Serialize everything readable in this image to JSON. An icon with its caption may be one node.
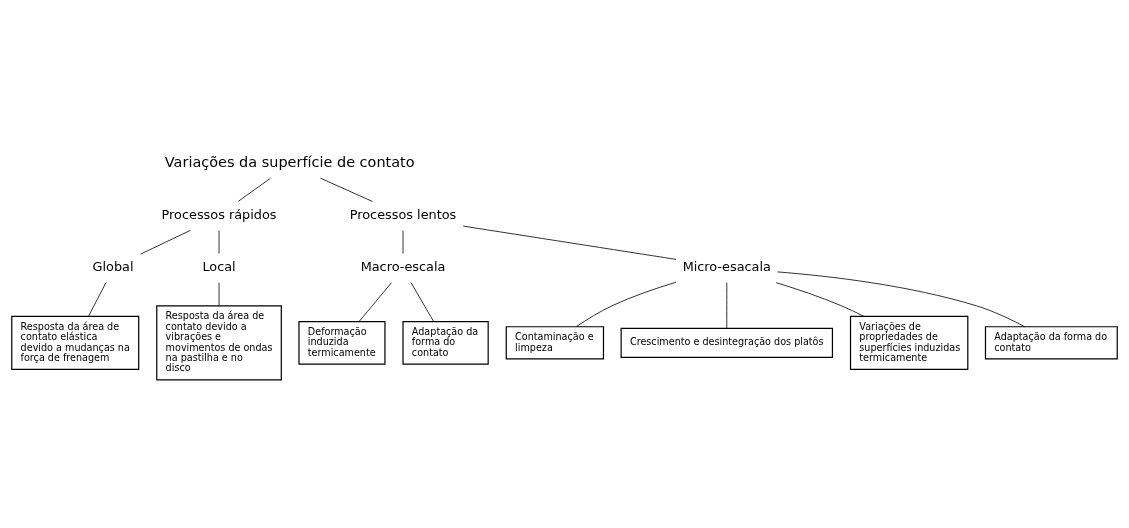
{
  "diagram": {
    "nodes": [
      {
        "text": [
          "Variações da superfície de contato"
        ]
      },
      {
        "text": [
          "Processos rápidos"
        ]
      },
      {
        "text": [
          "Processos lentos"
        ]
      },
      {
        "text": [
          "Global"
        ]
      },
      {
        "text": [
          "Local"
        ]
      },
      {
        "text": [
          "Macro-escala"
        ]
      },
      {
        "text": [
          "Micro-esacala"
        ]
      },
      {
        "text": [
          "Resposta da área de contato elástica devido a mudanças na força de frenagem"
        ]
      },
      {
        "text": [
          "Resposta da área de contato devido a vibrações e movimentos de ondas na pastilha e no disco"
        ]
      },
      {
        "text": [
          "Deformação induzida termicamente"
        ]
      },
      {
        "text": [
          "Adaptação da forma do contato"
        ]
      },
      {
        "text": [
          "Contaminação e limpeza"
        ]
      },
      {
        "text": [
          "Crescimento e desintegração dos platôs"
        ]
      },
      {
        "text": [
          "Variações de propriedades de superfícies induzidas termicamente"
        ]
      },
      {
        "text": [
          "Adaptação da forma do contato"
        ]
      }
    ],
    "edges": [
      {
        "from": 0,
        "to": 1,
        "arrow": "none"
      },
      {
        "from": 0,
        "to": 2,
        "arrow": "none"
      },
      {
        "from": 1,
        "to": 3,
        "arrow": "none"
      },
      {
        "from": 1,
        "to": 4,
        "arrow": "none"
      },
      {
        "from": 2,
        "to": 5,
        "arrow": "none"
      },
      {
        "from": 2,
        "to": 6,
        "arrow": "none"
      },
      {
        "from": 3,
        "to": 7,
        "arrow": "none"
      },
      {
        "from": 4,
        "to": 8,
        "arrow": "none"
      },
      {
        "from": 5,
        "to": 9,
        "arrow": "none"
      },
      {
        "from": 5,
        "to": 10,
        "arrow": "none"
      },
      {
        "from": 6,
        "to": 12,
        "arrow": "none"
      },
      {
        "from": 6,
        "to": 14,
        "arrow": "none"
      },
      {
        "from": 6,
        "to": 13,
        "arrow": "none"
      },
      {
        "from": 6,
        "to": 11,
        "arrow": "none"
      }
    ]
  }
}
